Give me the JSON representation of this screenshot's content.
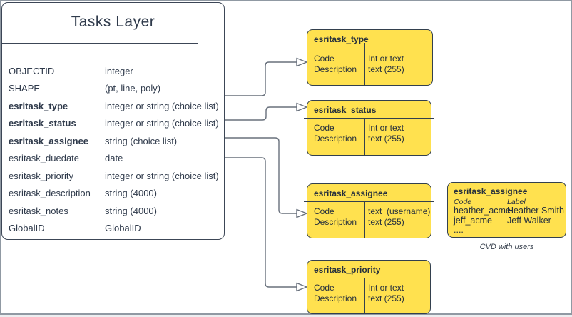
{
  "tasks_table": {
    "title": "Tasks Layer",
    "fields": [
      {
        "name": "OBJECTID",
        "type": "integer"
      },
      {
        "name": "SHAPE",
        "type": "(pt, line, poly)"
      },
      {
        "name": "esritask_type",
        "type": "integer or string (choice list)"
      },
      {
        "name": "esritask_status",
        "type": "integer or string (choice list)"
      },
      {
        "name": "esritask_assignee",
        "type": "string (choice list)"
      },
      {
        "name": "esritask_duedate",
        "type": "date"
      },
      {
        "name": "esritask_priority",
        "type": "integer or string (choice list)"
      },
      {
        "name": "esritask_description",
        "type": "string (4000)"
      },
      {
        "name": "esritask_notes",
        "type": "string (4000)"
      },
      {
        "name": "GlobalID",
        "type": "GlobalID"
      }
    ]
  },
  "domain_boxes": [
    {
      "title": "esritask_type",
      "left_col": [
        "Code",
        "Description"
      ],
      "right_col": [
        "Int or text",
        "text (255)"
      ]
    },
    {
      "title": "esritask_status",
      "left_col": [
        "Code",
        "Description"
      ],
      "right_col": [
        "Int or text",
        "text (255)"
      ]
    },
    {
      "title": "esritask_assignee",
      "left_col": [
        "Code",
        "Description"
      ],
      "right_col": [
        "text  (username)",
        "text (255)"
      ]
    },
    {
      "title": "esritask_priority",
      "left_col": [
        "Code",
        "Description"
      ],
      "right_col": [
        "Int or text",
        "text (255)"
      ]
    }
  ],
  "cvd_box": {
    "title": "esritask_assignee",
    "columns": [
      "Code",
      "Label"
    ],
    "rows": [
      {
        "code": "heather_acme",
        "label": "Heather Smith"
      },
      {
        "code": "jeff_acme",
        "label": "Jeff Walker"
      }
    ],
    "ellipsis": "....",
    "caption": "CVD with users"
  },
  "colors": {
    "box_fill": "#ffe14f",
    "box_border": "#33404e",
    "table_border": "#3c4656",
    "text": "#2f3a4b",
    "connector": "#68707c",
    "frame_border": "#9099a3"
  }
}
